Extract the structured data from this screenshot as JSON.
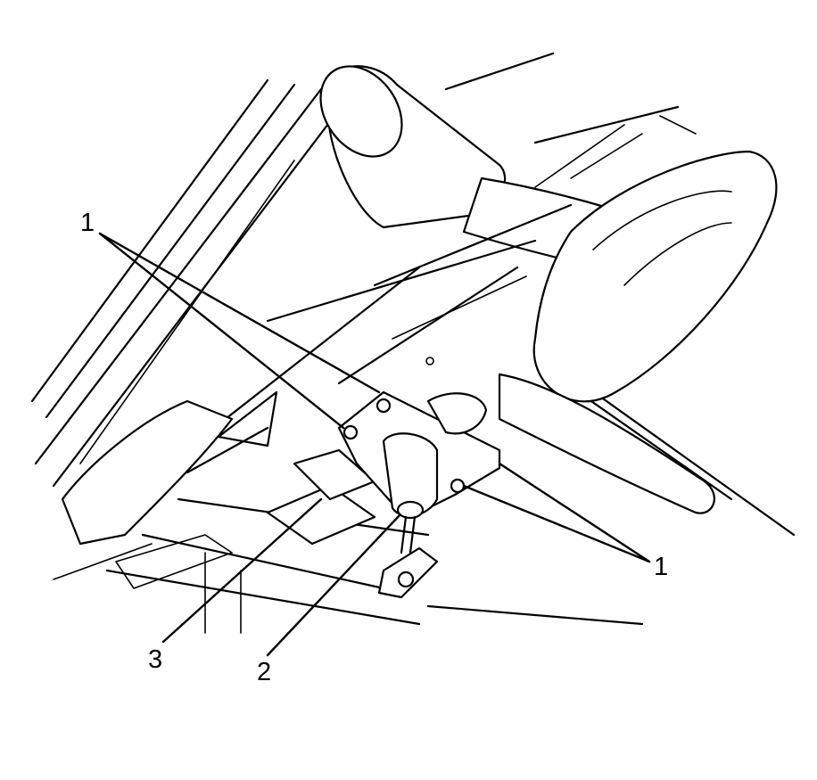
{
  "callouts": {
    "fastener_top": "1",
    "fastener_right": "1",
    "part_2": "2",
    "part_3": "3"
  }
}
